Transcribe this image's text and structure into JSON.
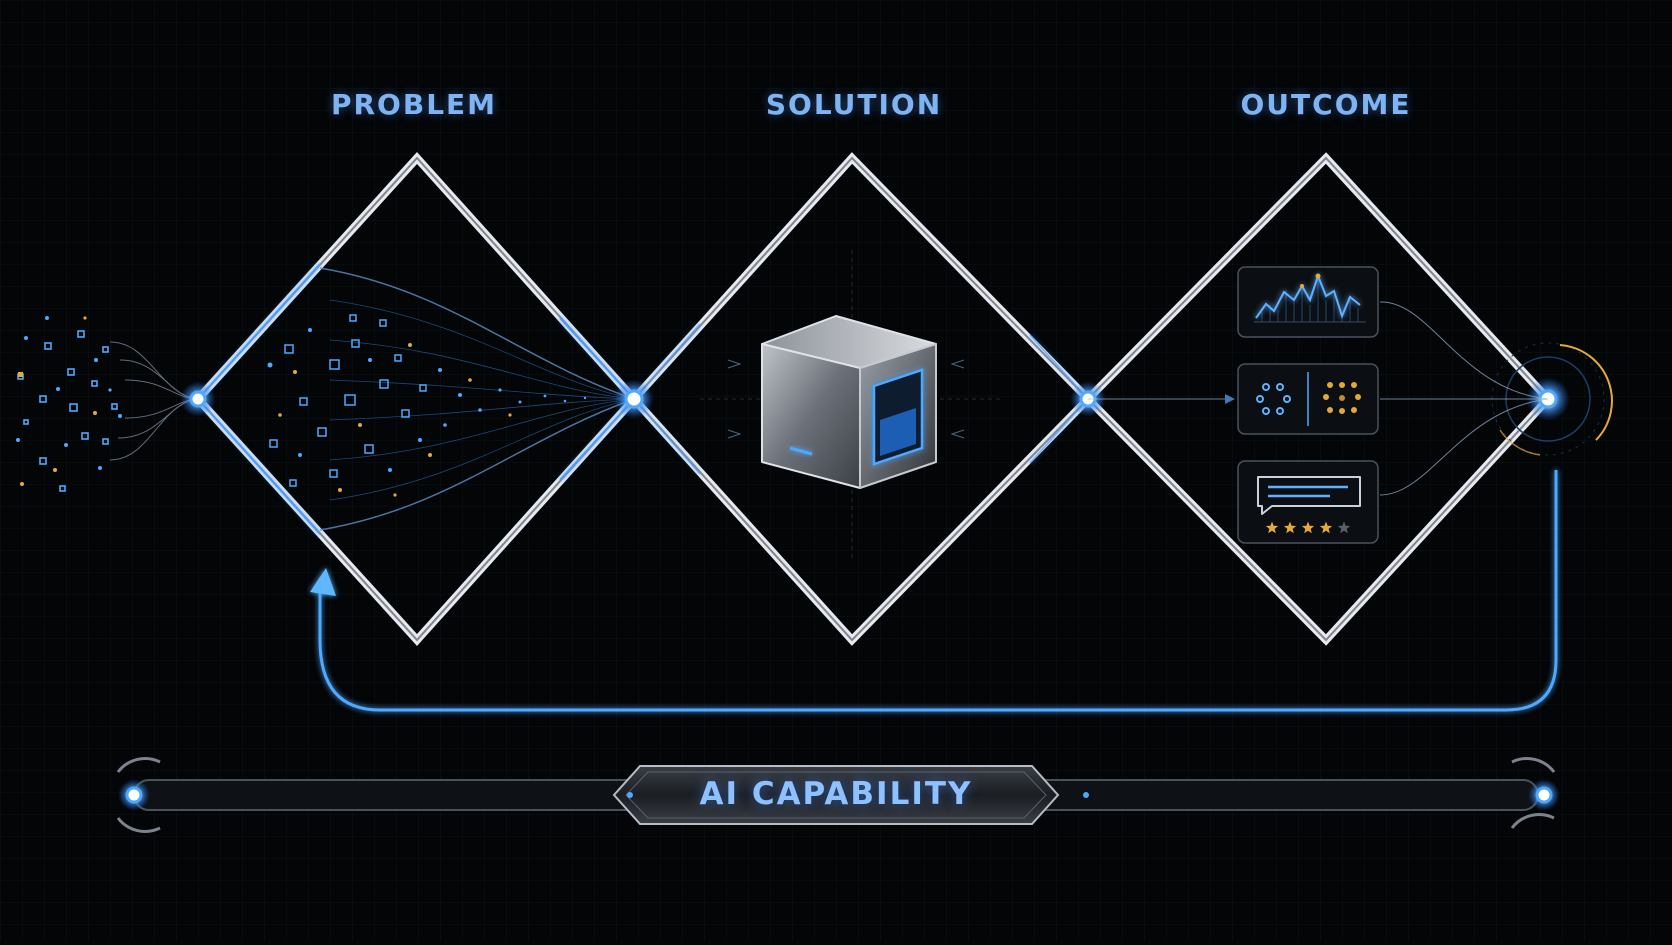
{
  "phases": {
    "problem": "PROBLEM",
    "solution": "SOLUTION",
    "outcome": "OUTCOME"
  },
  "capability_bar": {
    "label": "AI CAPABILITY"
  },
  "outcome_panels": {
    "review_rating_stars": 4,
    "review_max_stars": 5
  },
  "colors": {
    "background": "#030507",
    "accent_blue": "#3d9bff",
    "title_blue": "#7fb3f2",
    "gold": "#e5a93a",
    "steel": "#c8ccd2"
  }
}
